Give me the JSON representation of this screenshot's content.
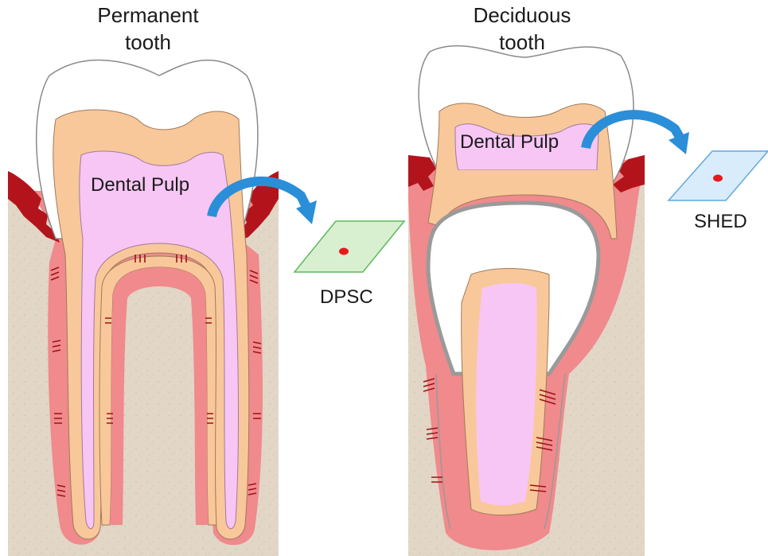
{
  "permanent": {
    "title_line1": "Permanent",
    "title_line2": "tooth",
    "pulp_label": "Dental Pulp",
    "cell_label": "DPSC"
  },
  "deciduous": {
    "title_line1": "Deciduous",
    "title_line2": "tooth",
    "pulp_label": "Dental Pulp",
    "cell_label": "SHED"
  },
  "colors": {
    "bone": "#e2d6c6",
    "gum": "#f08a8c",
    "gum_dark": "#b3141c",
    "enamel": "#ffffff",
    "dentin": "#f8c89a",
    "pulp": "#f7c6f5",
    "arrow": "#2a8fd8",
    "dpsc_plate": "#d8f0d0",
    "shed_plate": "#d9ecfb",
    "cell_dot": "#e51b1b"
  },
  "icons": {
    "extraction_arrow": "curved-arrow-icon",
    "cell_plate": "culture-plate-icon"
  }
}
